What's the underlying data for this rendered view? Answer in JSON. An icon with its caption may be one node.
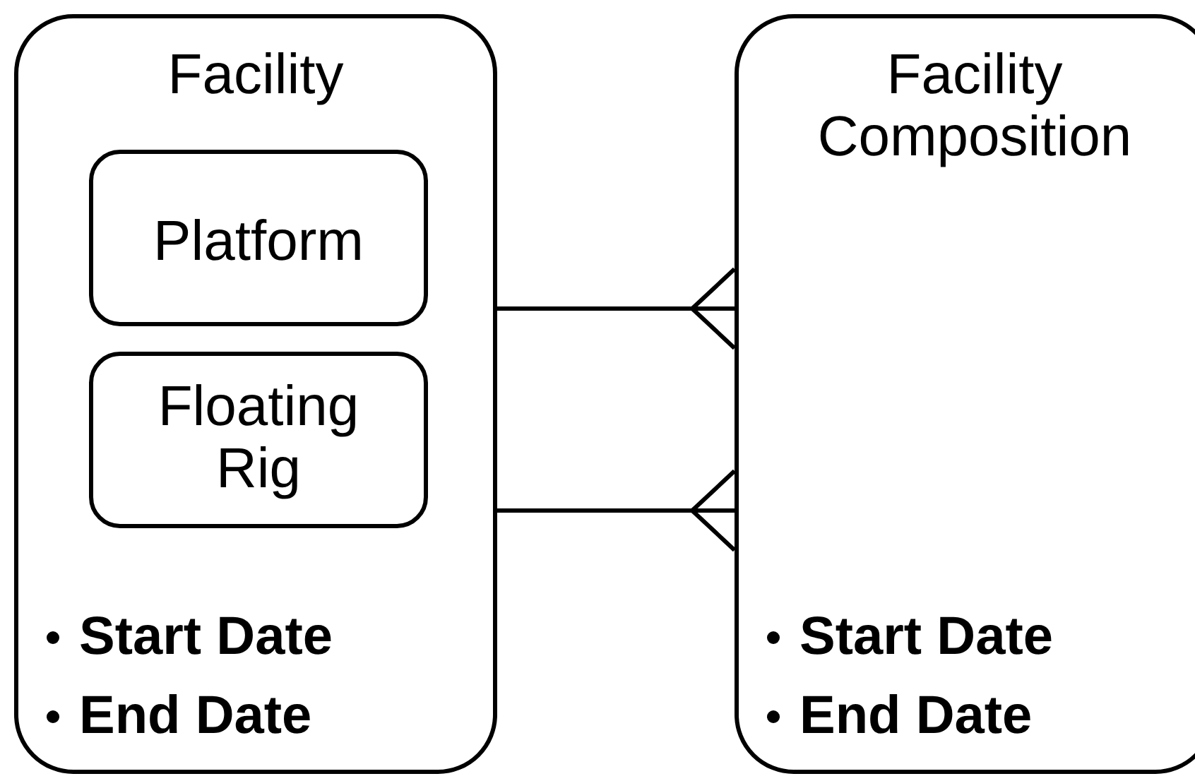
{
  "diagram": {
    "nodes": [
      {
        "text": [
          "Facility",
          "Start Date",
          "End Date"
        ]
      },
      {
        "text": [
          "Platform"
        ],
        "in": 0
      },
      {
        "text": [
          "Floating Rig"
        ],
        "in": 0
      },
      {
        "text": [
          "Facility Composition",
          "Start Date",
          "End Date"
        ]
      }
    ],
    "edges": [
      {
        "from": 1,
        "to": 3,
        "arrow": "other"
      },
      {
        "from": 2,
        "to": 3,
        "arrow": "other"
      }
    ]
  }
}
